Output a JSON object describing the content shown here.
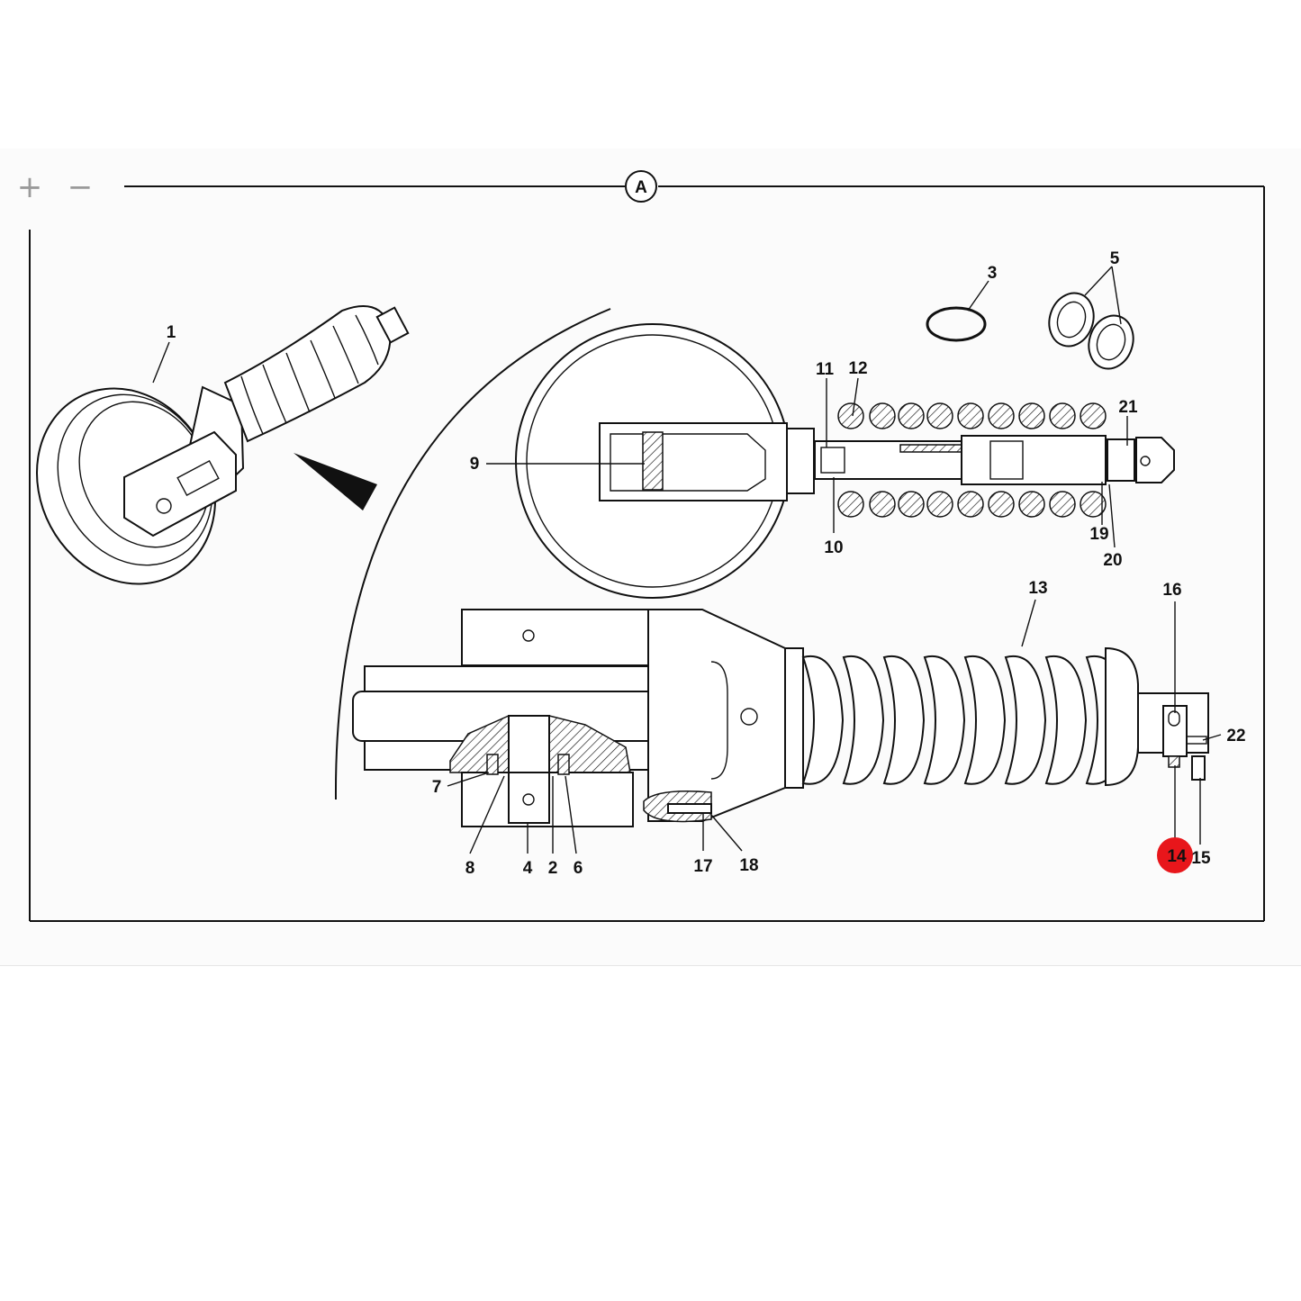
{
  "toolbar": {
    "zoom_in": "+",
    "zoom_out": "−"
  },
  "frame": {
    "section_label": "A"
  },
  "callouts": [
    "1",
    "2",
    "3",
    "4",
    "5",
    "6",
    "7",
    "8",
    "9",
    "10",
    "11",
    "12",
    "13",
    "14",
    "15",
    "16",
    "17",
    "18",
    "19",
    "20",
    "21",
    "22"
  ],
  "selected_callout": "14",
  "colors": {
    "selected": "#e8161b",
    "line": "#111111"
  }
}
